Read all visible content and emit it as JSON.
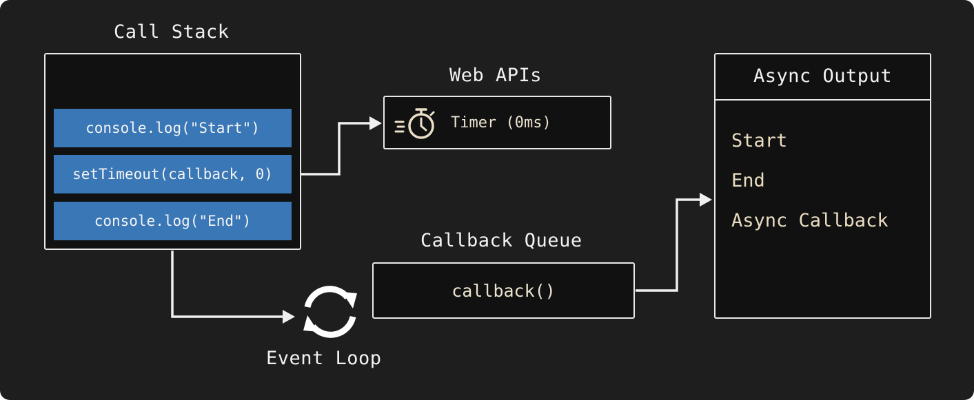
{
  "call_stack": {
    "title": "Call Stack",
    "items": [
      "console.log(\"Start\")",
      "setTimeout(callback, 0)",
      "console.log(\"End\")"
    ]
  },
  "web_apis": {
    "title": "Web APIs",
    "timer_label": "Timer (0ms)",
    "icon": "stopwatch-icon"
  },
  "callback_queue": {
    "title": "Callback Queue",
    "item": "callback()"
  },
  "event_loop": {
    "label": "Event Loop",
    "icon": "cycle-arrows-icon"
  },
  "async_output": {
    "title": "Async Output",
    "lines": [
      "Start",
      "End",
      "Async Callback"
    ]
  },
  "colors": {
    "background": "#1e1e1e",
    "box_fill": "#111111",
    "border": "#e9e9e9",
    "stack_item": "#3a77b6",
    "output_text": "#e9dcc0"
  }
}
